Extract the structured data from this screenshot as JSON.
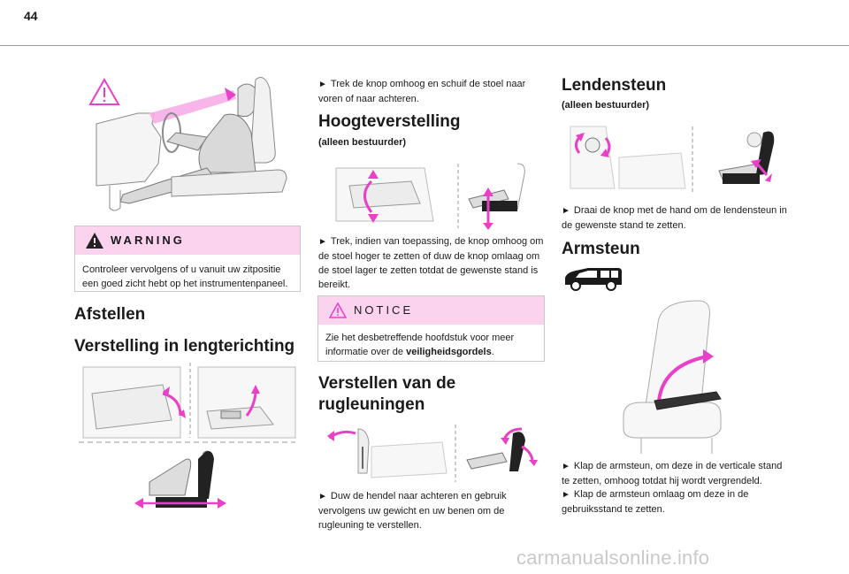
{
  "page_number": "44",
  "left": {
    "warning": {
      "title": "WARNING",
      "text": "Controleer vervolgens of u vanuit uw zitpositie een goed zicht hebt op het instrumentenpaneel."
    },
    "heading_main": "Afstellen",
    "heading_sub": "Verstelling in lengterichting"
  },
  "middle": {
    "longitudinal_text": "Trek de knop omhoog en schuif de stoel naar voren of naar achteren.",
    "height_heading": "Hoogteverstelling",
    "height_sub": "(alleen bestuurder)",
    "height_text": "Trek, indien van toepassing, de knop omhoog om de stoel hoger te zetten of duw de knop omlaag om de stoel lager te zetten totdat de gewenste stand is bereikt.",
    "notice": {
      "title": "NOTICE",
      "text_before": "Zie het desbetreffende hoofdstuk voor meer informatie over de ",
      "text_bold": "veiligheidsgordels",
      "text_after": "."
    },
    "backrest_heading_1": "Verstellen van de",
    "backrest_heading_2": "rugleuningen",
    "backrest_text": "Duw de hendel naar achteren en gebruik vervolgens uw gewicht en uw benen om de rugleuning te verstellen."
  },
  "right": {
    "lumbar_heading": "Lendensteun",
    "lumbar_sub": "(alleen bestuurder)",
    "lumbar_text": "Draai de knop met de hand om de lendensteun in de gewenste stand te zetten.",
    "armrest_heading": "Armsteun",
    "armrest_text_1": "Klap de armsteun, om deze in de verticale stand te zetten, omhoog totdat hij wordt vergrendeld.",
    "armrest_text_2": "Klap de armsteun omlaag om deze in de gebruiksstand te zetten."
  },
  "bullet_symbol": "►",
  "accent_color": "#e940c8",
  "box_header_color": "#fbd3ee",
  "watermark": "carmanualsonline.info"
}
